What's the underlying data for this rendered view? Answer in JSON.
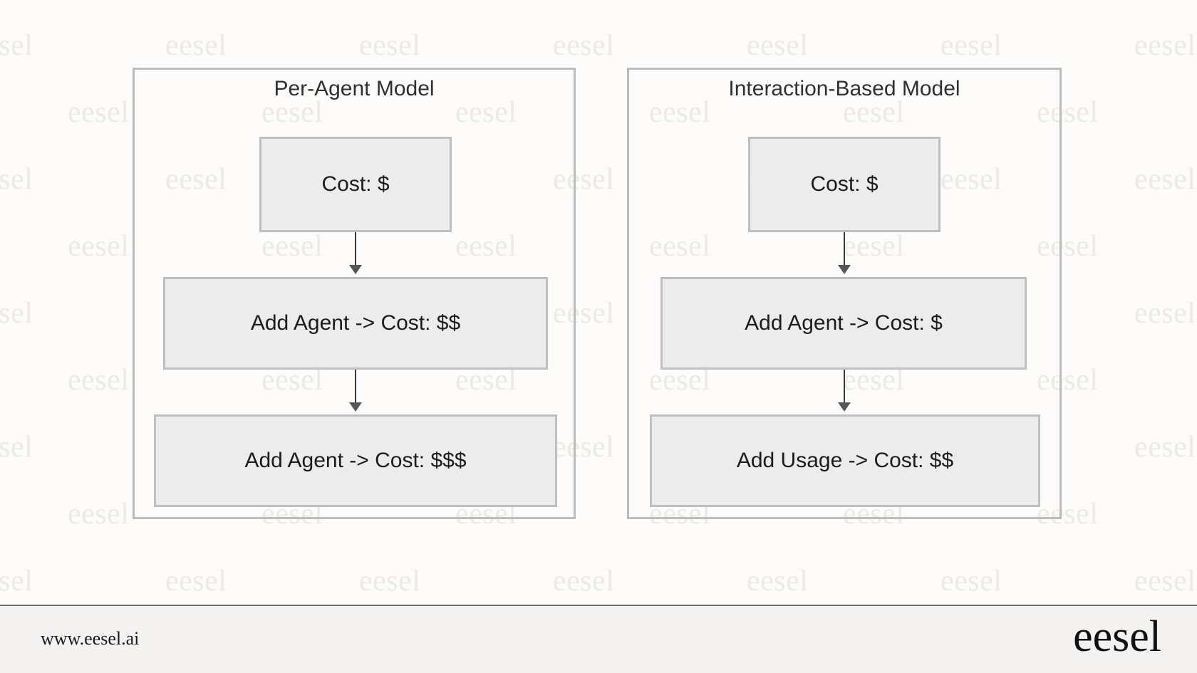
{
  "canvas": {
    "background_color": "#fdfcfa",
    "watermark_text": "eesel",
    "watermark_color": "#eceae6"
  },
  "diagram": {
    "type": "flowchart",
    "direction": "top-down",
    "subgraphs": [
      {
        "id": "per-agent",
        "title": "Per-Agent Model",
        "nodes": [
          {
            "id": "pa1",
            "label": "Cost: $"
          },
          {
            "id": "pa2",
            "label": "Add Agent -> Cost: $$"
          },
          {
            "id": "pa3",
            "label": "Add Agent -> Cost: $$$"
          }
        ],
        "edges": [
          {
            "from": "pa1",
            "to": "pa2"
          },
          {
            "from": "pa2",
            "to": "pa3"
          }
        ]
      },
      {
        "id": "interaction-based",
        "title": "Interaction-Based Model",
        "nodes": [
          {
            "id": "ib1",
            "label": "Cost: $"
          },
          {
            "id": "ib2",
            "label": "Add Agent -> Cost: $"
          },
          {
            "id": "ib3",
            "label": "Add Usage -> Cost: $$"
          }
        ],
        "edges": [
          {
            "from": "ib1",
            "to": "ib2"
          },
          {
            "from": "ib2",
            "to": "ib3"
          }
        ]
      }
    ],
    "style": {
      "node_fill": "#ececec",
      "node_border": "#bfbfbf",
      "subgraph_border": "#bcbcbc",
      "edge_color": "#3a3a3a",
      "text_color": "#1c1c1c"
    }
  },
  "footer": {
    "url": "www.eesel.ai",
    "logo": "eesel",
    "background_color": "#f3f2f0",
    "rule_color": "#6e6e6e"
  }
}
